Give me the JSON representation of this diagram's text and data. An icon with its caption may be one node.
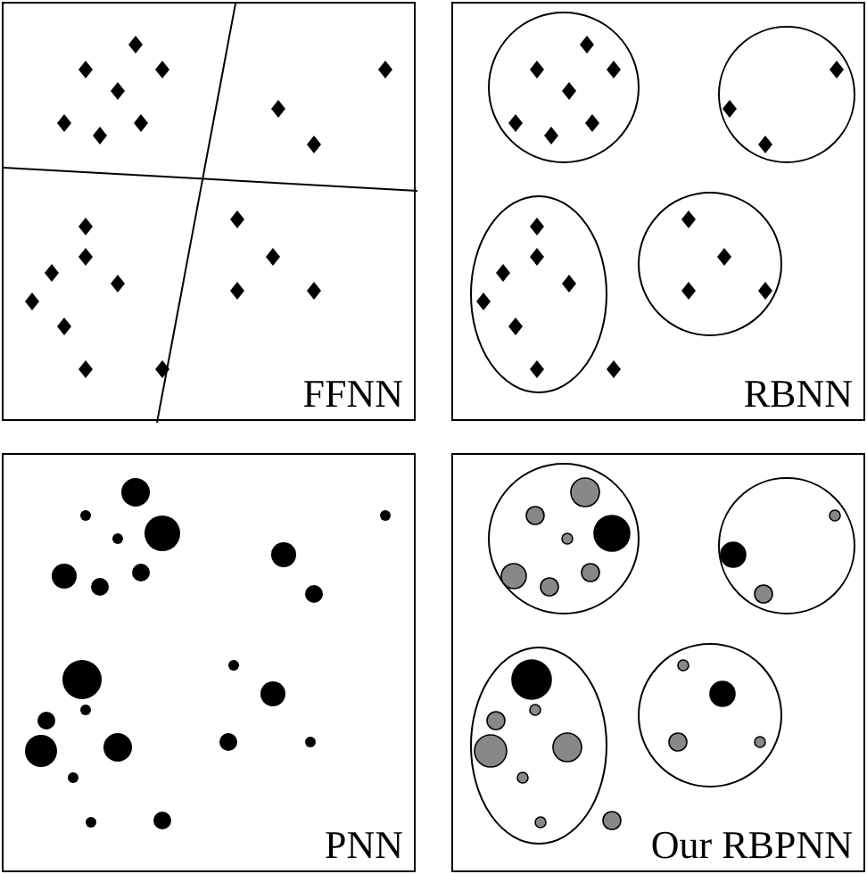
{
  "diagram": {
    "nodes": [
      {
        "text": [
          "FFNN"
        ]
      },
      {
        "text": [
          "RBNN"
        ]
      },
      {
        "text": [
          "PNN"
        ]
      },
      {
        "text": [
          "Our RBPNN"
        ]
      }
    ]
  }
}
